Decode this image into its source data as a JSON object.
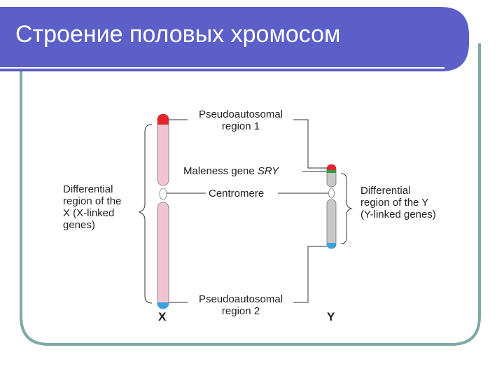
{
  "slide": {
    "title": "Строение половых хромосом"
  },
  "diagram": {
    "labels": {
      "pseudo1_line1": "Pseudoautosomal",
      "pseudo1_line2": "region 1",
      "maleness_prefix": "Maleness gene ",
      "maleness_gene": "SRY",
      "centromere": "Centromere",
      "pseudo2_line1": "Pseudoautosomal",
      "pseudo2_line2": "region 2",
      "diff_x_line1": "Differential",
      "diff_x_line2": "region of the",
      "diff_x_line3": "X (X-linked",
      "diff_x_line4": "genes)",
      "diff_y_line1": "Differential",
      "diff_y_line2": "region of the Y",
      "diff_y_line3": "(Y-linked genes)",
      "x_chromosome": "X",
      "y_chromosome": "Y"
    },
    "colors": {
      "title_bar": "#5B5FC7",
      "frame": "#7FA9A6",
      "x_chromosome": "#F2C4D2",
      "y_chromosome": "#C8C8C8",
      "pseudoautosomal_1": "#E3262B",
      "sry": "#2E9E3E",
      "pseudoautosomal_2": "#3AA3DD"
    }
  }
}
